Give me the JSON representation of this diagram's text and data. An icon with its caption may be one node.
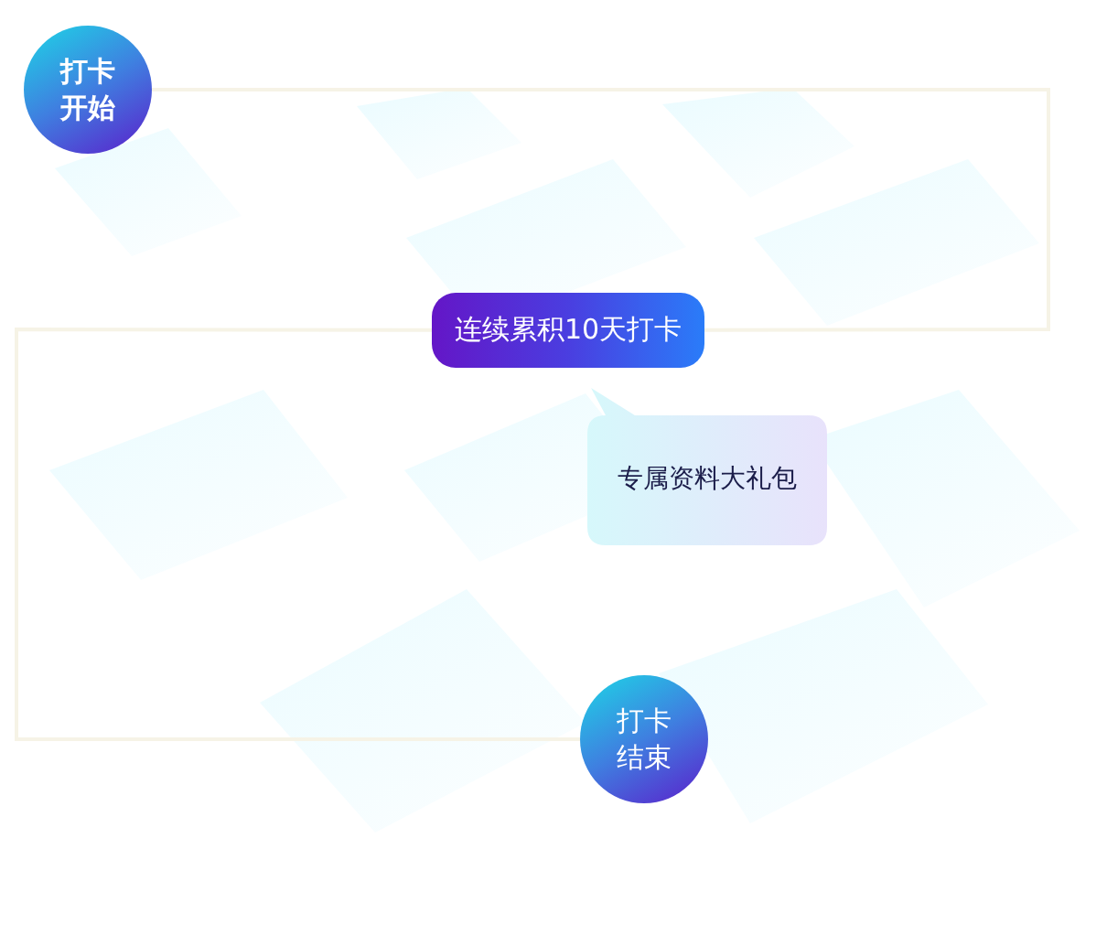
{
  "diagram": {
    "nodes": [
      {
        "text": [
          "打卡开始"
        ]
      },
      {
        "text": [
          "连续累积10天打卡"
        ]
      },
      {
        "text": [
          "专属资料大礼包"
        ]
      },
      {
        "text": [
          "打卡结束"
        ]
      }
    ],
    "edges": [
      {
        "from": 0,
        "to": 1,
        "arrow": "none"
      },
      {
        "from": 1,
        "to": 3,
        "arrow": "none"
      }
    ]
  }
}
